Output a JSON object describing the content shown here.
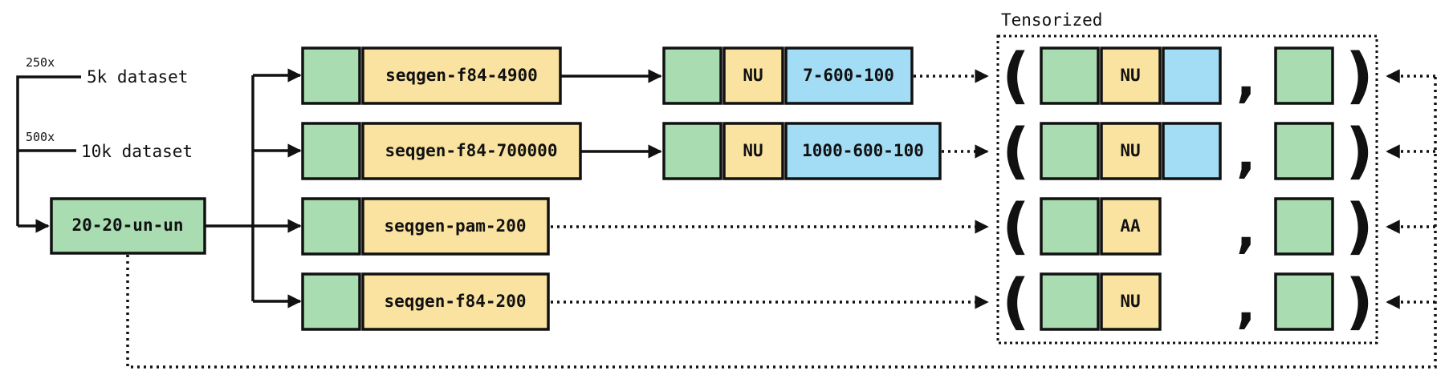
{
  "datasets": {
    "d5k": {
      "multiplier": "250x",
      "label": "5k dataset"
    },
    "d10k": {
      "multiplier": "500x",
      "label": "10k dataset"
    }
  },
  "source_node": "20-20-un-un",
  "rows": [
    {
      "model": "seqgen-f84-4900",
      "tag": "NU",
      "params": "7-600-100"
    },
    {
      "model": "seqgen-f84-700000",
      "tag": "NU",
      "params": "1000-600-100"
    },
    {
      "model": "seqgen-pam-200",
      "tag": "AA"
    },
    {
      "model": "seqgen-f84-200",
      "tag": "NU"
    }
  ],
  "tensorized": {
    "title": "Tensorized",
    "open_paren": "(",
    "close_paren": ")",
    "comma": ","
  },
  "colors": {
    "green": "#a9dcb0",
    "yellow": "#fae3a0",
    "blue": "#a2ddf5"
  }
}
